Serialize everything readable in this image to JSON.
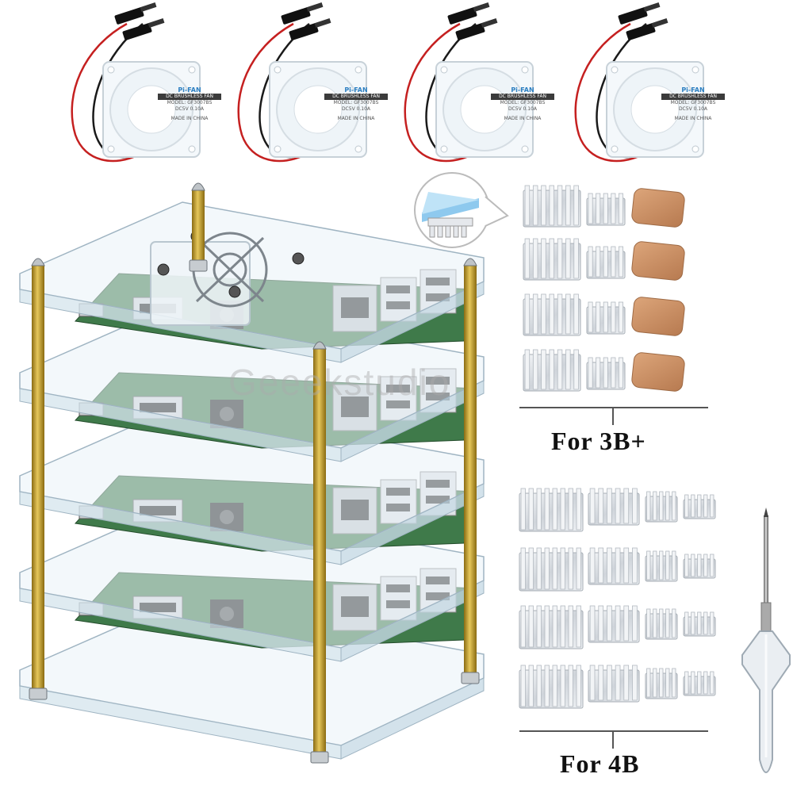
{
  "watermark": "Geeekstudio",
  "fans": [
    {
      "brand": "Pi-FAN",
      "type": "DC BRUSHLESS FAN",
      "model": "MODEL: GF3007BS",
      "rating": "DC5V 0.10A",
      "origin": "MADE IN CHINA"
    },
    {
      "brand": "Pi-FAN",
      "type": "DC BRUSHLESS FAN",
      "model": "MODEL: GF3007BS",
      "rating": "DC5V 0.10A",
      "origin": "MADE IN CHINA"
    },
    {
      "brand": "Pi-FAN",
      "type": "DC BRUSHLESS FAN",
      "model": "MODEL: GF3007BS",
      "rating": "DC5V 0.10A",
      "origin": "MADE IN CHINA"
    },
    {
      "brand": "Pi-FAN",
      "type": "DC BRUSHLESS FAN",
      "model": "MODEL: GF3007BS",
      "rating": "DC5V 0.10A",
      "origin": "MADE IN CHINA"
    }
  ],
  "heatsink_sets": [
    {
      "label": "For 3B+"
    },
    {
      "label": "For 4B"
    }
  ],
  "case": {
    "layers": 4
  },
  "colors": {
    "acrylic": "#e9f3f8",
    "brass": "#c9a633",
    "pcb": "#3f7a4a",
    "aluminum": "#d9dde2",
    "copper": "#c88f63",
    "thermal_pad": "#8ec9ee"
  }
}
